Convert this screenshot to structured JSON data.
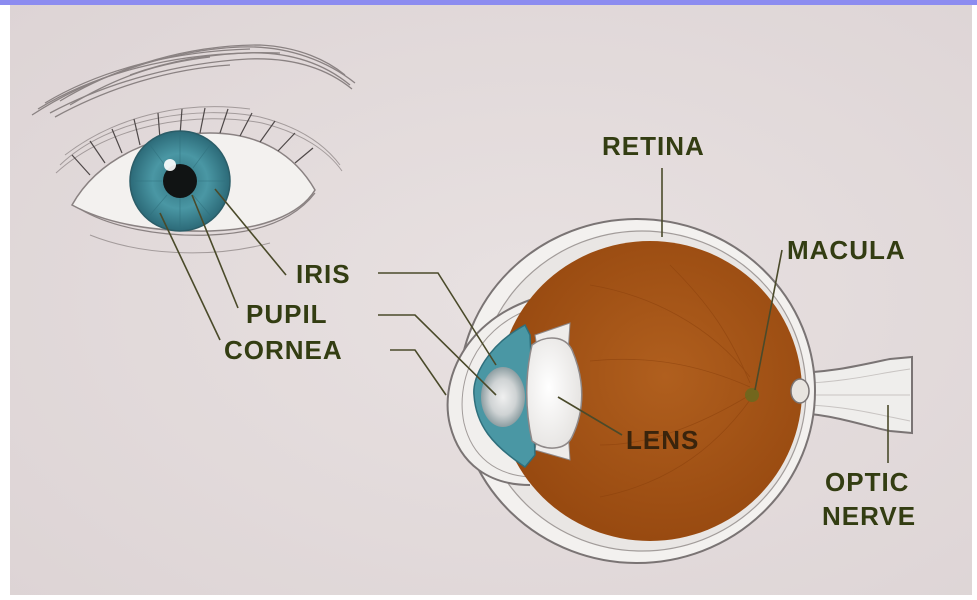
{
  "labels": {
    "retina": "RETINA",
    "macula": "MACULA",
    "iris": "IRIS",
    "pupil": "PUPIL",
    "cornea": "CORNEA",
    "lens": "LENS",
    "optic_nerve_line1": "OPTIC",
    "optic_nerve_line2": "NERVE"
  },
  "colors": {
    "frame_accent": "#8c8cf0",
    "background": "#e4dcdc",
    "label_text": "#333d12",
    "eyeball_interior": "#a65418",
    "iris": "#4a97a4",
    "sclera": "#f3f1ef"
  }
}
